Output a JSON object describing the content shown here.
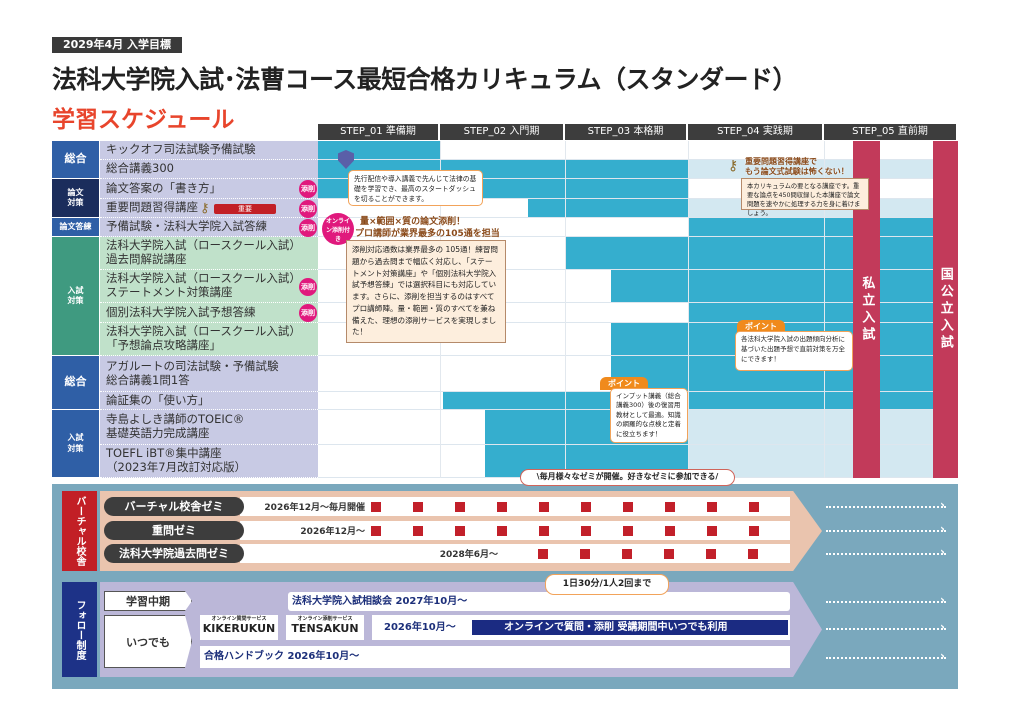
{
  "header": {
    "target": "2029年4月 入学目標",
    "title": "法科大学院入試･法曹コース最短合格カリキュラム（スタンダード）",
    "subtitle": "学習スケジュール"
  },
  "steps": [
    "STEP_01 準備期",
    "STEP_02 入門期",
    "STEP_03 本格期",
    "STEP_04 実践期",
    "STEP_05 直前期"
  ],
  "categories": [
    {
      "label": "総合",
      "rows": [
        0,
        1
      ],
      "color": "#2f5fa6"
    },
    {
      "label": "論文\n対策",
      "rows": [
        2,
        3
      ],
      "color": "#1b2d5c"
    },
    {
      "label": "論文答練",
      "rows": [
        4,
        4
      ],
      "color": "#2f5fa6"
    },
    {
      "label": "入試\n対策",
      "rows": [
        5,
        8
      ],
      "color": "#3f9a80"
    },
    {
      "label": "総合",
      "rows": [
        9,
        10
      ],
      "color": "#2f5fa6"
    },
    {
      "label": "入試\n対策",
      "rows": [
        11,
        12
      ],
      "color": "#2f5fa6"
    }
  ],
  "courses": [
    {
      "label": "キックオフ司法試験予備試験",
      "bars": [
        [
          0,
          1.0,
          "dark"
        ]
      ]
    },
    {
      "label": "総合講義300",
      "bars": [
        [
          0,
          3.0,
          "dark"
        ],
        [
          3.0,
          5,
          "light"
        ]
      ]
    },
    {
      "label": "論文答案の「書き方」",
      "tensaku": true,
      "bars": [
        [
          0,
          3.0,
          "dark"
        ]
      ]
    },
    {
      "label": "重要問題習得講座",
      "tensaku": true,
      "important": "重要",
      "bars": [
        [
          1.7,
          3.0,
          "dark"
        ],
        [
          3.0,
          5,
          "light"
        ]
      ]
    },
    {
      "label": "予備試験・法科大学院入試答練",
      "tensaku": true,
      "bars": [
        [
          3.0,
          5,
          "dark"
        ]
      ]
    },
    {
      "label": "法科大学院入試（ロースクール入試）\n過去問解説講座",
      "bars": [
        [
          2.0,
          5,
          "dark"
        ]
      ]
    },
    {
      "label": "法科大学院入試（ロースクール入試）\nステートメント対策講座",
      "tensaku": true,
      "bars": [
        [
          2.37,
          5,
          "dark"
        ]
      ]
    },
    {
      "label": "個別法科大学院入試予想答練",
      "tensaku": true,
      "bars": [
        [
          3.0,
          5,
          "dark"
        ]
      ]
    },
    {
      "label": "法科大学院入試（ロースクール入試）\n「予想論点攻略講座」",
      "bars": [
        [
          2.37,
          5,
          "dark"
        ]
      ]
    },
    {
      "label": "アガルートの司法試験・予備試験\n総合講義1問1答",
      "bars": [
        [
          2.37,
          5,
          "dark"
        ]
      ]
    },
    {
      "label": "論証集の「使い方」",
      "bars": [
        [
          1.02,
          5,
          "dark"
        ]
      ]
    },
    {
      "label": "寺島よしき講師のTOEIC®\n基礎英語力完成講座",
      "bars": [
        [
          1.36,
          3.0,
          "dark"
        ],
        [
          3.0,
          5,
          "light"
        ]
      ]
    },
    {
      "label": "TOEFL iBT®集中講座\n（2023年7月改訂対応版）",
      "bars": [
        [
          1.36,
          3.0,
          "dark"
        ],
        [
          3.0,
          5,
          "light"
        ]
      ]
    }
  ],
  "tensaku_label": "添削",
  "exams": [
    {
      "label": "私立入試",
      "start": 4.22,
      "end": 4.42
    },
    {
      "label": "国公立入試",
      "start": 4.81,
      "end": 5.0
    }
  ],
  "colors": {
    "dark": "#35aece",
    "light": "#d3e8f1"
  },
  "callouts": {
    "kickoff": "先行配信や導入講義で先んじて法律の基礎を学習でき、最高のスタートダッシュを切ることができます。",
    "tensaku_badge": "オンライン添削付き",
    "tensaku_head1": "量×範囲×質の論文添削！",
    "tensaku_head2": "プロ講師が業界最多の105通を担当",
    "tensaku_body": "添削対応通数は業界最多の 105通！練習問題から過去問まで幅広く対応し、「ステートメント対策講座」や「個別法科大学院入試予想答練」では選択科目にも対応しています。さらに、添削を担当するのはすべてプロ講師陣。量・範囲・質のすべてを兼ね備えた、理想の添削サービスを実現しました！",
    "juyo_head1": "重要問題習得講座で",
    "juyo_head2": "もう論文式試験は怖くない！",
    "juyo_body": "本カリキュラムの要となる講座です。重要な論点を450問収録した本講座で論文問題を速やかに処理する力を身に着けましょう。",
    "point_tag": "ポイント",
    "point1": "各法科大学院入試の出題傾向分析に基づいた出題予想で直前対策を万全にできます！",
    "point2": "インプット講義（総合講義300）後の復習用教材として最適。知識の網羅的な点検と定着に役立ちます！"
  },
  "virtual": {
    "label": "バーチャル校舎",
    "bubble": "\\毎月様々なゼミが開催。好きなゼミに参加できる/",
    "rows": [
      {
        "name": "バーチャル校舎ゼミ",
        "note": "2026年12月～毎月開催",
        "sessions": 10
      },
      {
        "name": "重問ゼミ",
        "note": "2026年12月～",
        "sessions": 10
      },
      {
        "name": "法科大学院過去問ゼミ",
        "note": "2028年6月～",
        "sessions": 6
      }
    ]
  },
  "follow": {
    "label": "フォロー制度",
    "mid_term": "学習中期",
    "anytime": "いつでも",
    "consult": "法科大学院入試相談会 2027年10月～",
    "limit_bubble": "1日30分/1人2回まで",
    "kikeru_sub": "オンライン質問サービス",
    "kikeru": "KIKERUKUN",
    "tensa_sub": "オンライン添削サービス",
    "tensa": "TENSAKUN",
    "online_date": "2026年10月～",
    "online_text": "オンラインで質問・添削 受講期間中いつでも利用",
    "handbook": "合格ハンドブック 2026年10月～"
  }
}
